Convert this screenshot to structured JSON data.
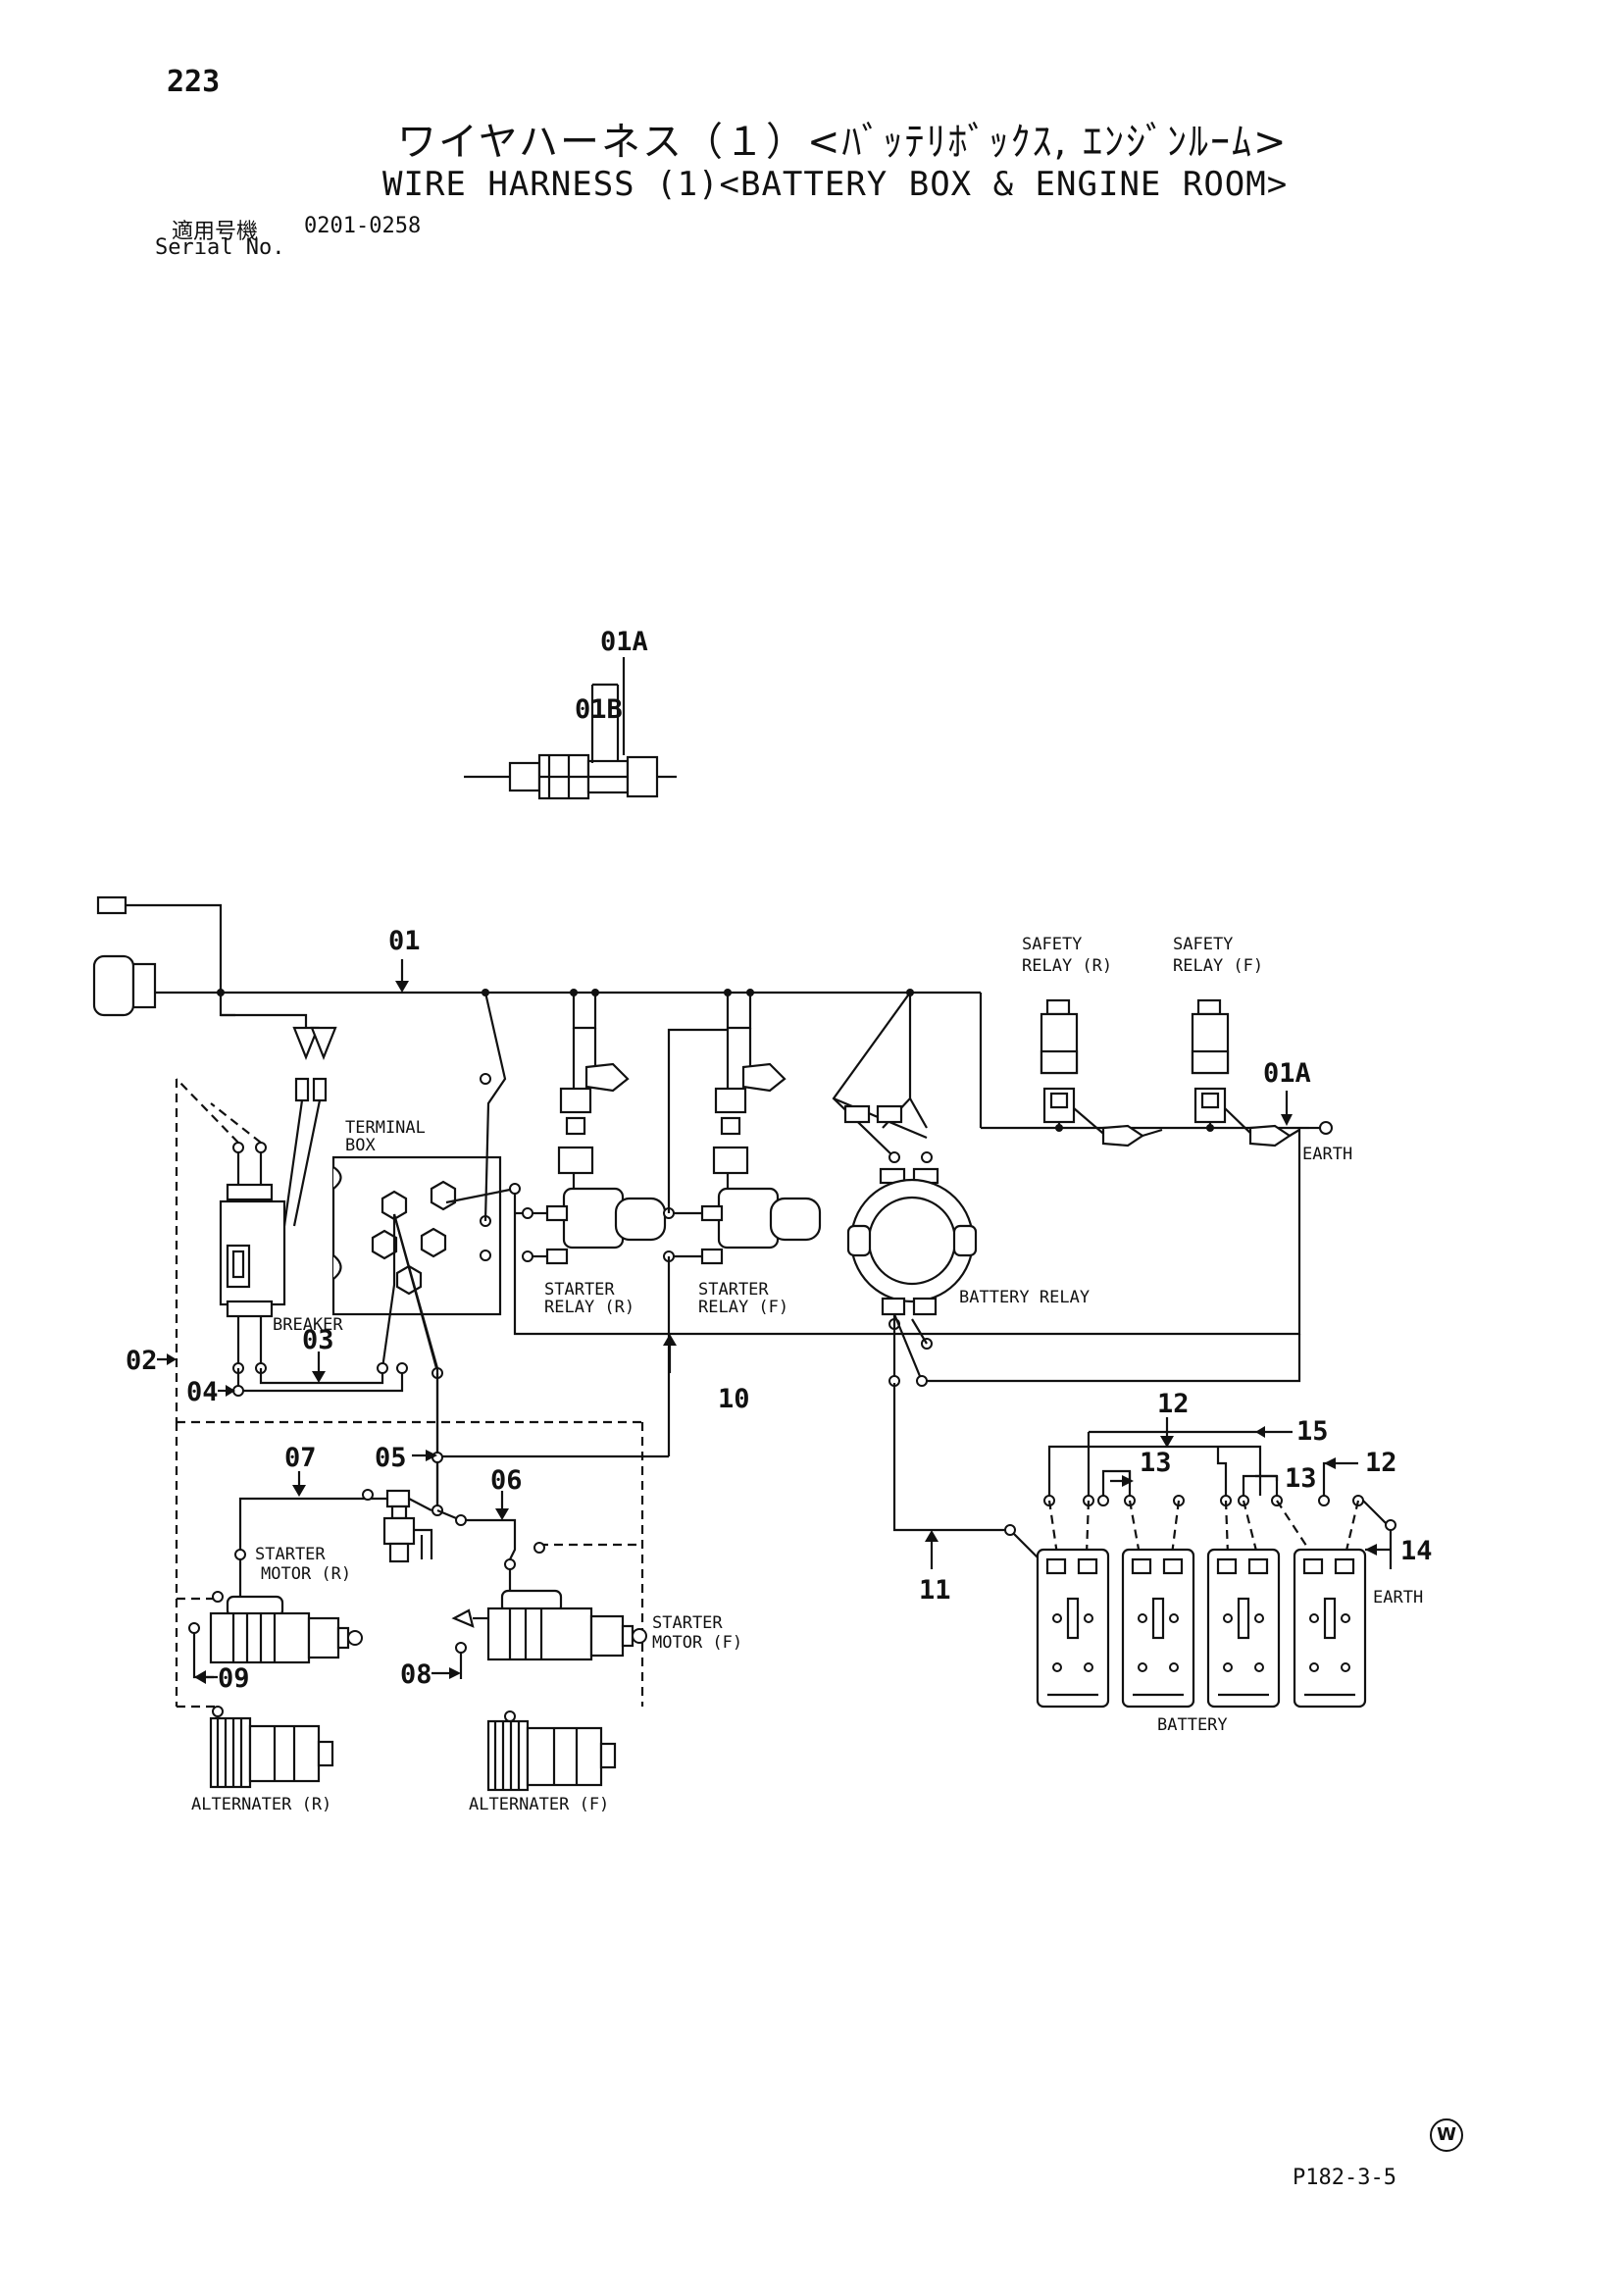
{
  "header": {
    "page_number": "223",
    "title_jp": "ワイヤハーネス（１）<ﾊﾞｯﾃﾘﾎﾞｯｸｽ, ｴﾝｼﾞﾝﾙｰﾑ>",
    "title_en": "WIRE HARNESS (1)<BATTERY BOX & ENGINE ROOM>",
    "serial_label_jp": "適用号機",
    "serial_range": "0201-0258",
    "serial_label_en": "Serial No."
  },
  "labels": {
    "terminal_box": [
      "TERMINAL",
      "BOX"
    ],
    "breaker": "BREAKER",
    "starter_relay_r": [
      "STARTER",
      "RELAY (R)"
    ],
    "starter_relay_f": [
      "STARTER",
      "RELAY (F)"
    ],
    "battery_relay": "BATTERY RELAY",
    "safety_relay_r": [
      "SAFETY",
      "RELAY (R)"
    ],
    "safety_relay_f": [
      "SAFETY",
      "RELAY (F)"
    ],
    "earth_top": "EARTH",
    "earth_battery": "EARTH",
    "starter_motor_r": [
      "STARTER",
      "MOTOR (R)"
    ],
    "starter_motor_f": [
      "STARTER",
      "MOTOR (F)"
    ],
    "alternater_r": "ALTERNATER (R)",
    "alternater_f": "ALTERNATER (F)",
    "battery": "BATTERY"
  },
  "callouts": {
    "c01A_top": "01A",
    "c01B": "01B",
    "c01": "01",
    "c01A_right": "01A",
    "c02": "02",
    "c03": "03",
    "c04": "04",
    "c05": "05",
    "c06": "06",
    "c07": "07",
    "c08": "08",
    "c09": "09",
    "c10": "10",
    "c11": "11",
    "c12_top": "12",
    "c12_right": "12",
    "c13_a": "13",
    "c13_b": "13",
    "c14": "14",
    "c15": "15"
  },
  "footer": {
    "code": "P182-3-5",
    "mark": "W"
  }
}
